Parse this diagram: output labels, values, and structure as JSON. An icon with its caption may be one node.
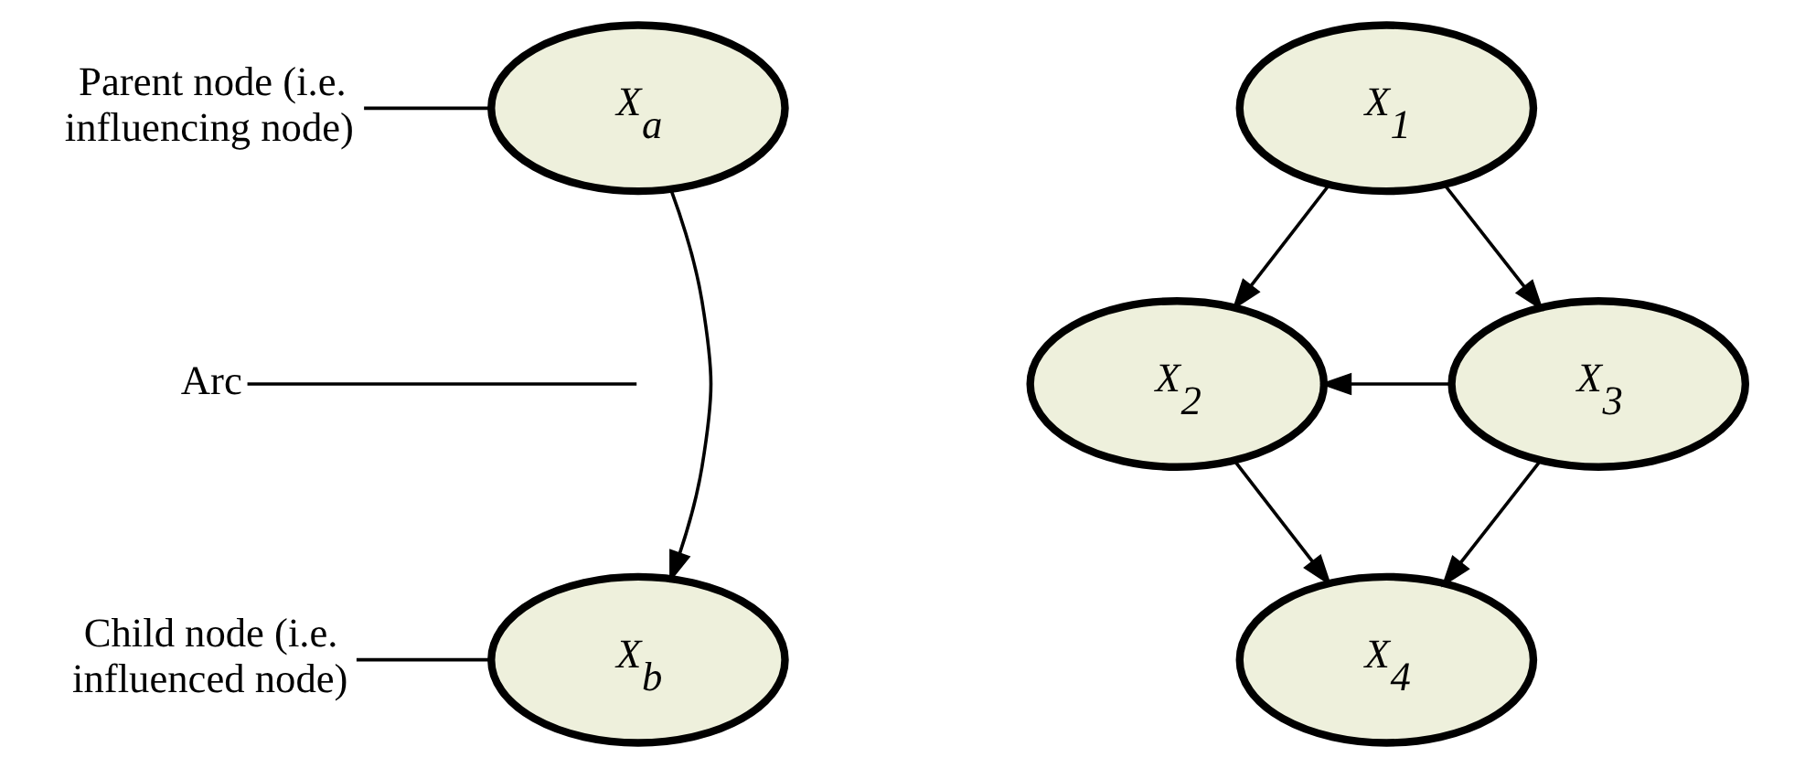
{
  "diagram": {
    "nodes": [
      {
        "text": [
          "X$_{a}$"
        ]
      },
      {
        "text": [
          "Parent node (i.e. influencing node)"
        ]
      },
      {
        "text": [
          "X$_{1}$"
        ]
      },
      {
        "text": [
          "Arc"
        ]
      },
      {
        "text": [
          "X$_{2}$"
        ]
      },
      {
        "text": [
          "X$_{3}$"
        ]
      },
      {
        "text": [
          "Child node (i.e. influenced node)"
        ]
      },
      {
        "text": [
          "X$_{b}$"
        ]
      },
      {
        "text": [
          "X$_{4}$"
        ]
      }
    ],
    "edges": [
      {
        "from": 0,
        "to": 7,
        "arrow": "to"
      },
      {
        "from": 1,
        "to": 0,
        "arrow": "none"
      },
      {
        "from": 3,
        "to": null,
        "arrow": "none"
      },
      {
        "from": 6,
        "to": 7,
        "arrow": "none"
      },
      {
        "from": 2,
        "to": 4,
        "arrow": "to"
      },
      {
        "from": 2,
        "to": 5,
        "arrow": "to"
      },
      {
        "from": 5,
        "to": 4,
        "arrow": "to"
      },
      {
        "from": 4,
        "to": 8,
        "arrow": "to"
      },
      {
        "from": 5,
        "to": 8,
        "arrow": "to"
      }
    ]
  }
}
